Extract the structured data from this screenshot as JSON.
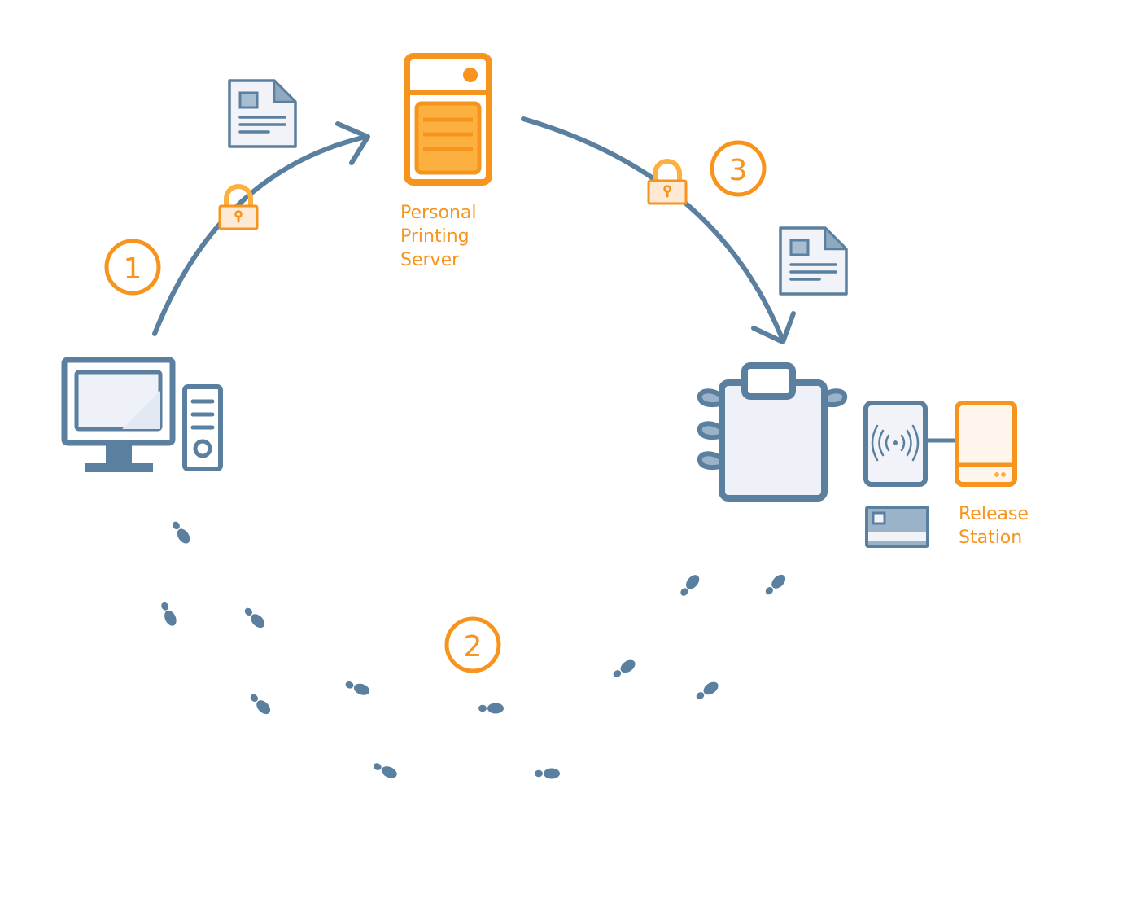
{
  "colors": {
    "accent": "#f7941d",
    "accent_light": "#fbb040",
    "accent_fill": "#fde9d4",
    "stroke": "#5b7f9e",
    "paper_fill": "#f1f3f9",
    "card_fill": "#9bb3c9",
    "background": "#ffffff"
  },
  "steps": [
    {
      "number": "1"
    },
    {
      "number": "2"
    },
    {
      "number": "3"
    }
  ],
  "server": {
    "label_line1": "Personal",
    "label_line2": "Printing",
    "label_line3": "Server",
    "icon": "server-icon"
  },
  "release_station": {
    "label_line1": "Release",
    "label_line2": "Station",
    "icon": "release-station-icon"
  },
  "icons": {
    "computer": "desktop-computer-icon",
    "printer": "printer-icon",
    "card_reader": "nfc-card-reader-icon",
    "id_card": "id-card-icon",
    "document": "document-icon",
    "lock": "padlock-icon",
    "footprint": "footprint-icon"
  }
}
